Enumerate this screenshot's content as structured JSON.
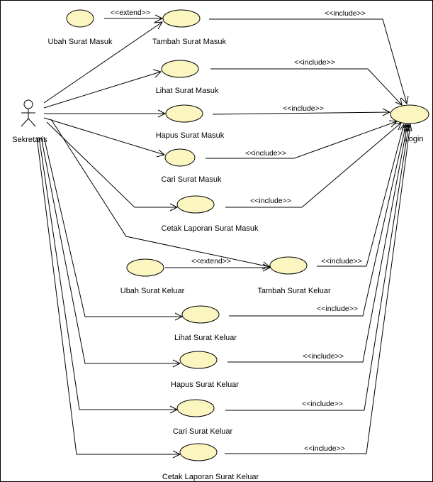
{
  "actor": {
    "name": "Sekretaris"
  },
  "use_cases": {
    "ubah_surat_masuk": "Ubah Surat Masuk",
    "tambah_surat_masuk": "Tambah Surat Masuk",
    "lihat_surat_masuk": "Lihat Surat Masuk",
    "hapus_surat_masuk": "Hapus Surat Masuk",
    "cari_surat_masuk": "Cari Surat Masuk",
    "cetak_laporan_surat_masuk": "Cetak Laporan Surat Masuk",
    "ubah_surat_keluar": "Ubah Surat Keluar",
    "tambah_surat_keluar": "Tambah Surat Keluar",
    "lihat_surat_keluar": "Lihat Surat Keluar",
    "hapus_surat_keluar": "Hapus Surat Keluar",
    "cari_surat_keluar": "Cari Surat Keluar",
    "cetak_laporan_surat_keluar": "Cetak Laporan Surat Keluar",
    "login": "Login"
  },
  "stereotypes": {
    "extend": "<<extend>>",
    "include": "<<include>>"
  },
  "colors": {
    "use_case_fill": "#fbf6c0",
    "stroke": "#000000"
  }
}
